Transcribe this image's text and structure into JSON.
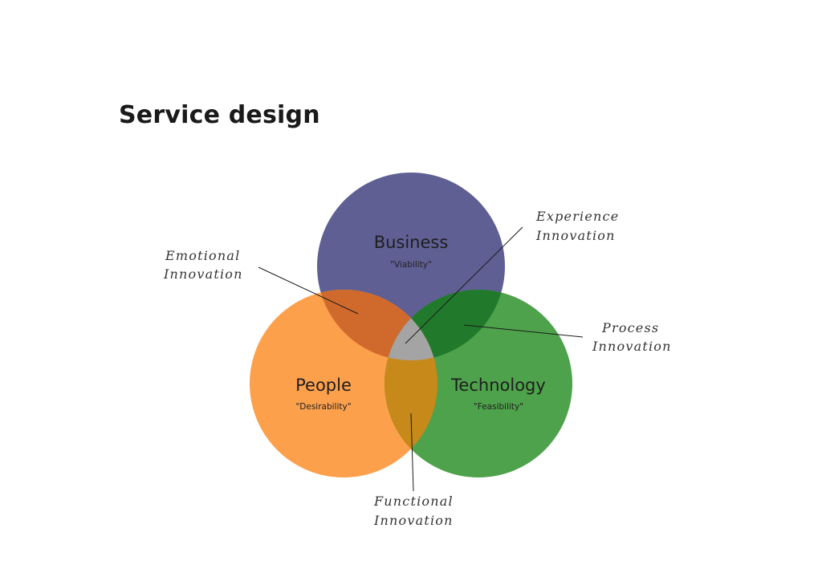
{
  "title": "Service design",
  "colors": {
    "business": "#5f5f94",
    "people": "#fca04c",
    "technology": "#4ea24b",
    "business_people": "#d06a2c",
    "business_technology": "#217a2c",
    "people_technology": "#c7891a",
    "center": "#a4a4a4"
  },
  "circles": {
    "business": {
      "name": "Business",
      "quality": "\"Viability\""
    },
    "people": {
      "name": "People",
      "quality": "\"Desirability\""
    },
    "technology": {
      "name": "Technology",
      "quality": "\"Feasibility\""
    }
  },
  "annotations": {
    "emotional": {
      "line1": "Emotional",
      "line2": "Innovation"
    },
    "experience": {
      "line1": "Experience",
      "line2": "Innovation"
    },
    "process": {
      "line1": "Process",
      "line2": "Innovation"
    },
    "functional": {
      "line1": "Functional",
      "line2": "Innovation"
    }
  }
}
